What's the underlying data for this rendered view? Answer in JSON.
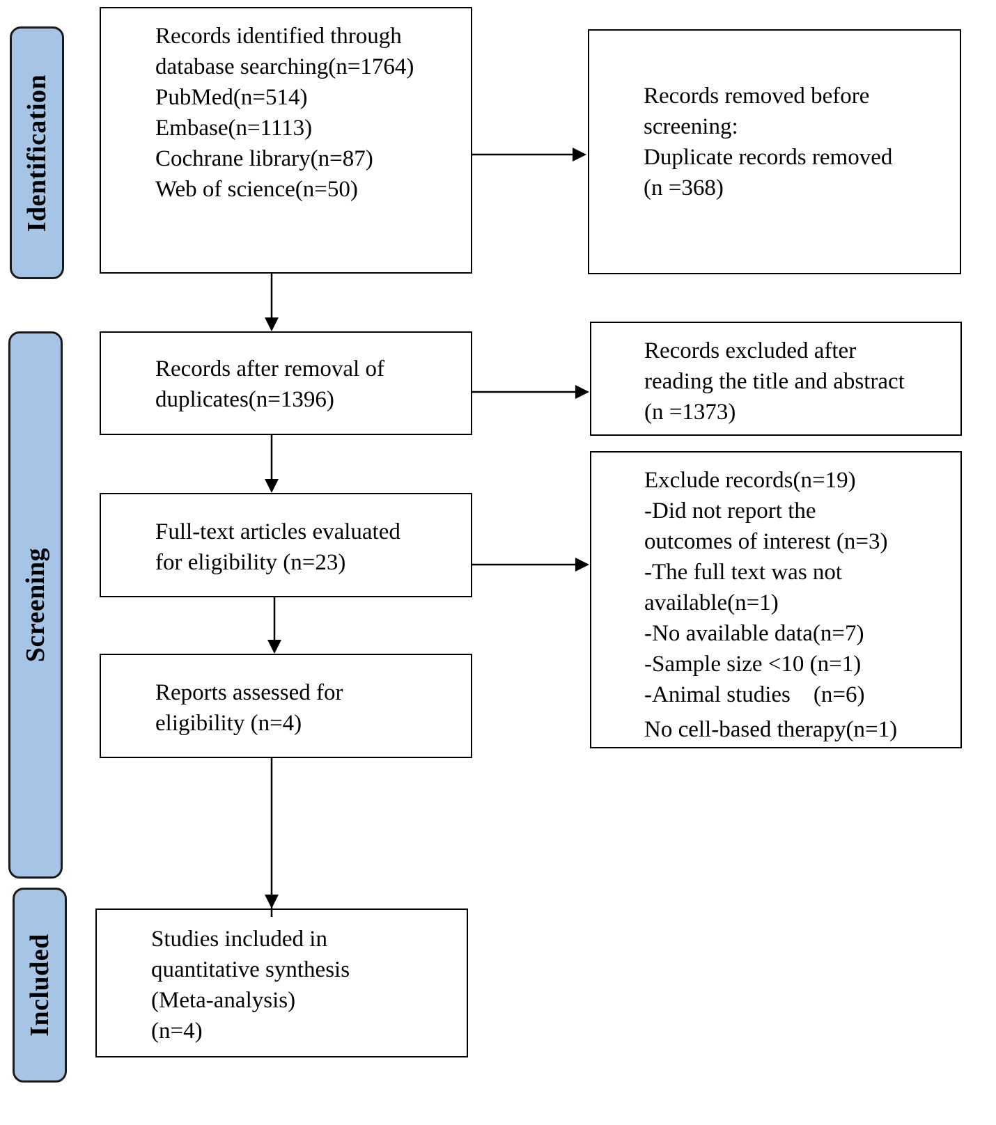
{
  "phases": {
    "identification": "Identification",
    "screening": "Screening",
    "included": "Included"
  },
  "boxes": {
    "identified": [
      "Records identified through",
      "database searching(n=1764)",
      "PubMed(n=514)",
      "Embase(n=1113)",
      "Cochrane library(n=87)",
      "Web of science(n=50)"
    ],
    "removed_before": [
      "Records removed before",
      "screening:",
      "Duplicate records removed",
      "(n =368)"
    ],
    "after_removal": [
      "Records after removal of",
      "duplicates(n=1396)"
    ],
    "excluded_title": [
      "Records excluded after",
      "reading the title and abstract",
      "(n =1373)"
    ],
    "fulltext": [
      "Full-text articles evaluated",
      "for eligibility (n=23)"
    ],
    "exclude_records": [
      "Exclude records(n=19)",
      "-Did not report the",
      "outcomes of interest (n=3)",
      "-The full text was not",
      "available(n=1)",
      "-No available data(n=7)",
      "-Sample size <10 (n=1)",
      "-Animal studies　(n=6)",
      "No cell-based therapy(n=1)"
    ],
    "reports": [
      "Reports assessed for",
      "eligibility (n=4)"
    ],
    "included": [
      "Studies included in",
      "quantitative synthesis",
      "(Meta-analysis)",
      "(n=4)"
    ]
  }
}
